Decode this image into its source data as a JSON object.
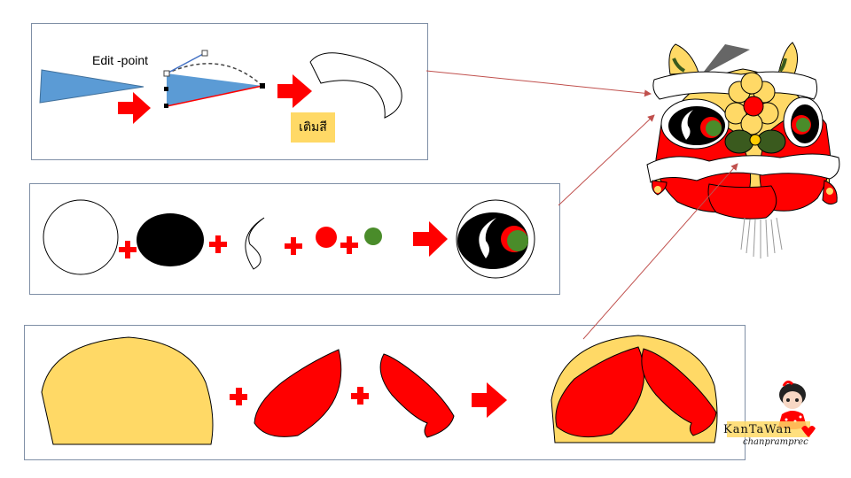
{
  "panel1": {
    "edit_label": "Edit -point",
    "fill_label": "เติมสี"
  },
  "watermark": {
    "name": "KanTaWan",
    "subtitle": "chanpramprec"
  },
  "colors": {
    "blue": "#5b9bd5",
    "red": "#ff0000",
    "dark_green": "#3a5a1e",
    "green": "#4a8c2a",
    "yellow": "#ffd966",
    "connector": "#c0504d",
    "panel_border": "#7f8fa6"
  }
}
